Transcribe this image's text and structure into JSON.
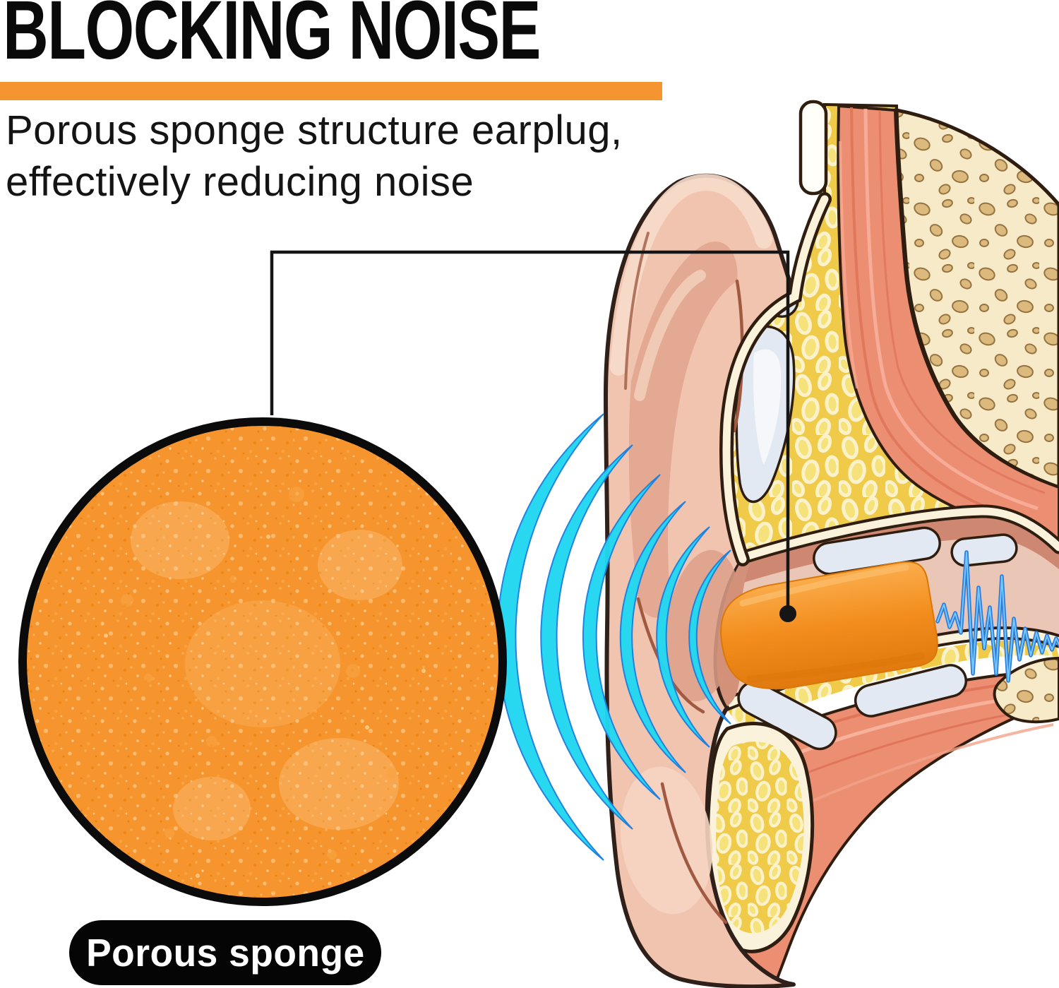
{
  "title": "BLOCKING NOISE",
  "subtitle": {
    "line1": "Porous sponge structure earplug,",
    "line2": "effectively reducing noise"
  },
  "magnifier_label": "Porous sponge",
  "colors": {
    "accent_orange": "#F5952F",
    "sponge_orange": "#F6952D",
    "earplug_orange": "#F28C1C",
    "skin_tone": "#F1C4B0",
    "cartilage_yellow": "#EFCB49",
    "bone_cream": "#F7EAC8",
    "muscle_salmon": "#EC8E72",
    "cartilage_gray": "#E2E9F2",
    "sound_wave_cyan": "#22D7F0",
    "waveform_blue": "#2E7CE0",
    "outline_dark": "#2F1D10",
    "label_background": "#050505",
    "label_text": "#FFFFFF",
    "title_text": "#0A0A0A"
  }
}
